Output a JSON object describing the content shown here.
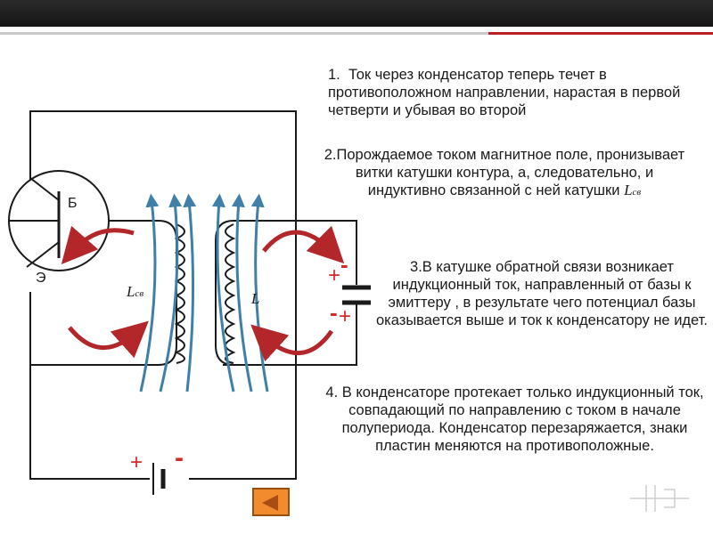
{
  "steps": [
    {
      "number": "1.",
      "text": "Ток через конденсатор теперь течет в противоположном направлении, нарастая в первой четверти  и убывая во второй"
    },
    {
      "number": "2.",
      "text_before": "Порождаемое током  магнитное поле, пронизывает витки катушки контура, а, следовательно, и индуктивно связанной с ней катушки ",
      "symbol": "L",
      "subscript": "св"
    },
    {
      "number": "3.",
      "text": "В катушке обратной связи возникает индукционный ток, направленный от базы к эмиттеру , в результате чего потенциал базы оказывается выше и ток  к конденсатору не идет."
    },
    {
      "number": "4.",
      "text": "В конденсаторе протекает только индукционный ток, совпадающий по направлению с током в начале полупериода. Конденсатор перезаряжается, знаки пластин меняются на противоположные."
    }
  ],
  "diagram": {
    "transistor_base_label": "Б",
    "transistor_emitter_label": "Э",
    "feedback_coil_symbol": "L",
    "feedback_coil_subscript": "св",
    "main_coil_symbol": "L",
    "capacitor_plus_top": "+",
    "capacitor_minus_top": "-",
    "capacitor_plus_bottom": "+",
    "capacitor_minus_bottom": "-",
    "battery_plus": "+",
    "battery_minus": "-"
  },
  "colors": {
    "wire": "#1a1a1a",
    "current_arrow": "#b3262a",
    "field_line": "#3f7fa8",
    "sign": "#d42a2a",
    "back_button": "#f28a2e"
  },
  "icons": {
    "back": "back-arrow-icon"
  }
}
